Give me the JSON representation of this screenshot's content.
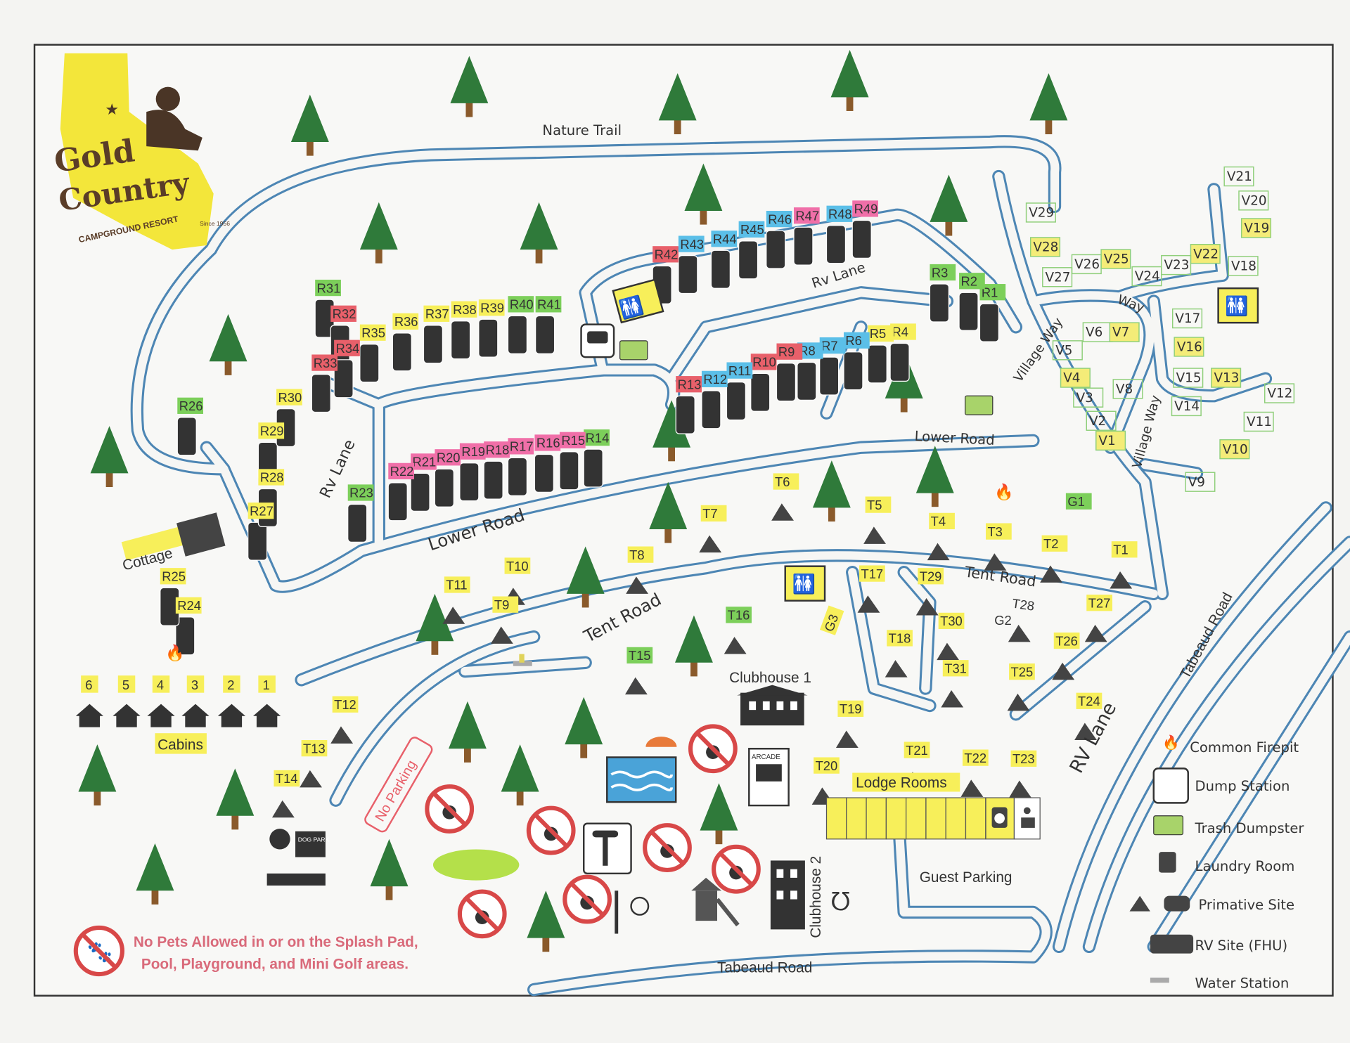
{
  "logo": {
    "line1": "Gold",
    "line2": "Country",
    "tagline": "CAMPGROUND RESORT",
    "since": "Since 1956"
  },
  "colors": {
    "road": "#4d86b4",
    "yellow": "#f7ef5a",
    "green": "#7ccf5a",
    "blue": "#5bbfe8",
    "pink": "#f06fa8",
    "red": "#e8606a",
    "tree": "#2f7a3a",
    "trunk": "#8a5a2b"
  },
  "roads": {
    "nature_trail": "Nature Trail",
    "lower_road_1": "Lower Road",
    "lower_road_2": "Lower Road",
    "tent_road_1": "Tent Road",
    "tent_road_2": "Tent Road",
    "rv_lane_1": "Rv Lane",
    "rv_lane_2": "Rv Lane",
    "rv_lane_3": "RV Lane",
    "village_way_1": "Village Way",
    "village_way_2": "Way",
    "village_way_3": "Village Way",
    "tabeaud_road_1": "Tabeaud Road",
    "tabeaud_road_2": "Tabeaud Road"
  },
  "places": {
    "clubhouse1": "Clubhouse 1",
    "clubhouse2": "Clubhouse 2",
    "lodge_rooms": "Lodge Rooms",
    "guest_parking": "Guest Parking",
    "cottage": "Cottage",
    "cabins": "Cabins",
    "no_parking": "No Parking",
    "dog_park": "DOG PARK",
    "arcade": "ARCADE"
  },
  "rv_sites": [
    "R1",
    "R2",
    "R3",
    "R4",
    "R5",
    "R6",
    "R7",
    "R8",
    "R9",
    "R10",
    "R11",
    "R12",
    "R13",
    "R14",
    "R15",
    "R16",
    "R17",
    "R18",
    "R19",
    "R20",
    "R21",
    "R22",
    "R23",
    "R24",
    "R25",
    "R26",
    "R27",
    "R28",
    "R29",
    "R30",
    "R31",
    "R32",
    "R33",
    "R34",
    "R35",
    "R36",
    "R37",
    "R38",
    "R39",
    "R40",
    "R41",
    "R42",
    "R43",
    "R44",
    "R45",
    "R46",
    "R47",
    "R48",
    "R49"
  ],
  "tent_sites": [
    "T1",
    "T2",
    "T3",
    "T4",
    "T5",
    "T6",
    "T7",
    "T8",
    "T9",
    "T10",
    "T11",
    "T12",
    "T13",
    "T14",
    "T15",
    "T16",
    "T17",
    "T18",
    "T19",
    "T20",
    "T21",
    "T22",
    "T23",
    "T24",
    "T25",
    "T26",
    "T27",
    "T28",
    "T29",
    "T30",
    "T31",
    "G1",
    "G2",
    "G3"
  ],
  "village_sites": [
    "V1",
    "V2",
    "V3",
    "V4",
    "V5",
    "V6",
    "V7",
    "V8",
    "V9",
    "V10",
    "V11",
    "V12",
    "V13",
    "V14",
    "V15",
    "V16",
    "V17",
    "V18",
    "V19",
    "V20",
    "V21",
    "V22",
    "V23",
    "V24",
    "V25",
    "V26",
    "V27",
    "V28",
    "V29"
  ],
  "cabins": [
    "6",
    "5",
    "4",
    "3",
    "2",
    "1"
  ],
  "pet_notice": {
    "line1": "No Pets Allowed in or on the Splash Pad,",
    "line2": "Pool, Playground, and Mini Golf areas."
  },
  "legend": [
    {
      "icon": "firepit-icon",
      "label": "Common Firepit"
    },
    {
      "icon": "dump-station-icon",
      "label": "Dump Station"
    },
    {
      "icon": "trash-dumpster-icon",
      "label": "Trash Dumpster"
    },
    {
      "icon": "laundry-icon",
      "label": "Laundry Room"
    },
    {
      "icon": "primitive-site-icon",
      "label": "Primative Site"
    },
    {
      "icon": "rv-icon",
      "label": "RV Site (FHU)"
    },
    {
      "icon": "water-station-icon",
      "label": "Water Station"
    }
  ]
}
